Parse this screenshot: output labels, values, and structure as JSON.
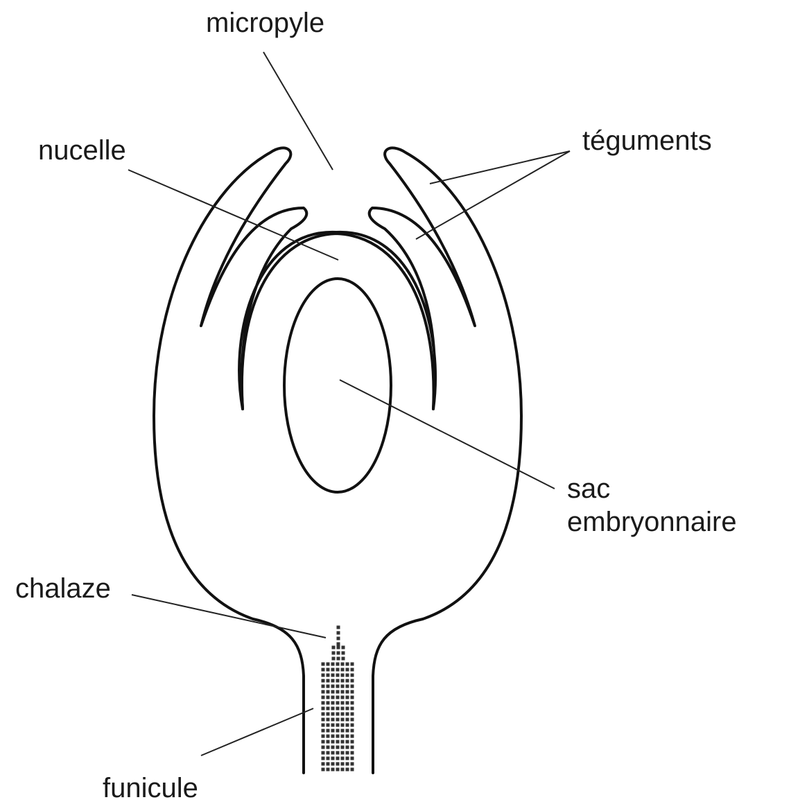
{
  "labels": {
    "micropyle": "micropyle",
    "nucelle": "nucelle",
    "teguments": "téguments",
    "sac_line1": "sac",
    "sac_line2": "embryonnaire",
    "chalaze": "chalaze",
    "funicule": "funicule"
  },
  "colors": {
    "stroke": "#111111",
    "background": "#ffffff"
  }
}
